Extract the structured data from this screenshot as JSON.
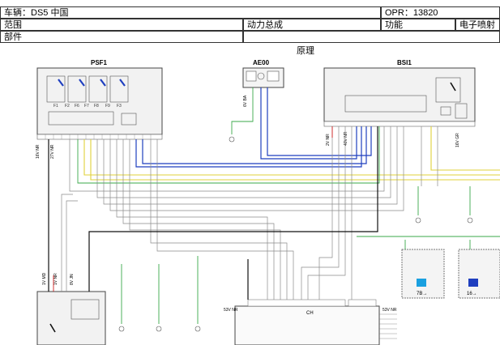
{
  "header": {
    "vehicle": "车辆：DS5 中国",
    "opr": "OPR：13820",
    "scope_label": "范围",
    "scope_value": "动力总成",
    "function_label": "功能",
    "function_value": "电子喷射",
    "part_label": "部件",
    "section_title": "原理"
  },
  "modules": {
    "psf1": "PSF1",
    "ae00": "AE00",
    "bsi1": "BSI1",
    "ch": "CH",
    "esp_num": "7B→",
    "right_num": "16→"
  },
  "labels": {
    "psf1_left": [
      "16V NR",
      "27V NR"
    ],
    "bsi1_left": [
      "2V NR",
      "40V NR"
    ],
    "bsi1_right": [
      "16V GR"
    ],
    "ch_left": "53V NR",
    "ch_right": "53V NR",
    "bottom_left": [
      "1V MD",
      "1V NR",
      "8V JN"
    ],
    "ae00_conn": "6V BA"
  },
  "colors": {
    "blue": "#1f3fbf",
    "yellow": "#e0d23a",
    "green": "#3aa84a",
    "grey": "#8a8a8a",
    "black": "#111111",
    "red": "#d02020",
    "cyan_badge": "#1aa0e0"
  }
}
